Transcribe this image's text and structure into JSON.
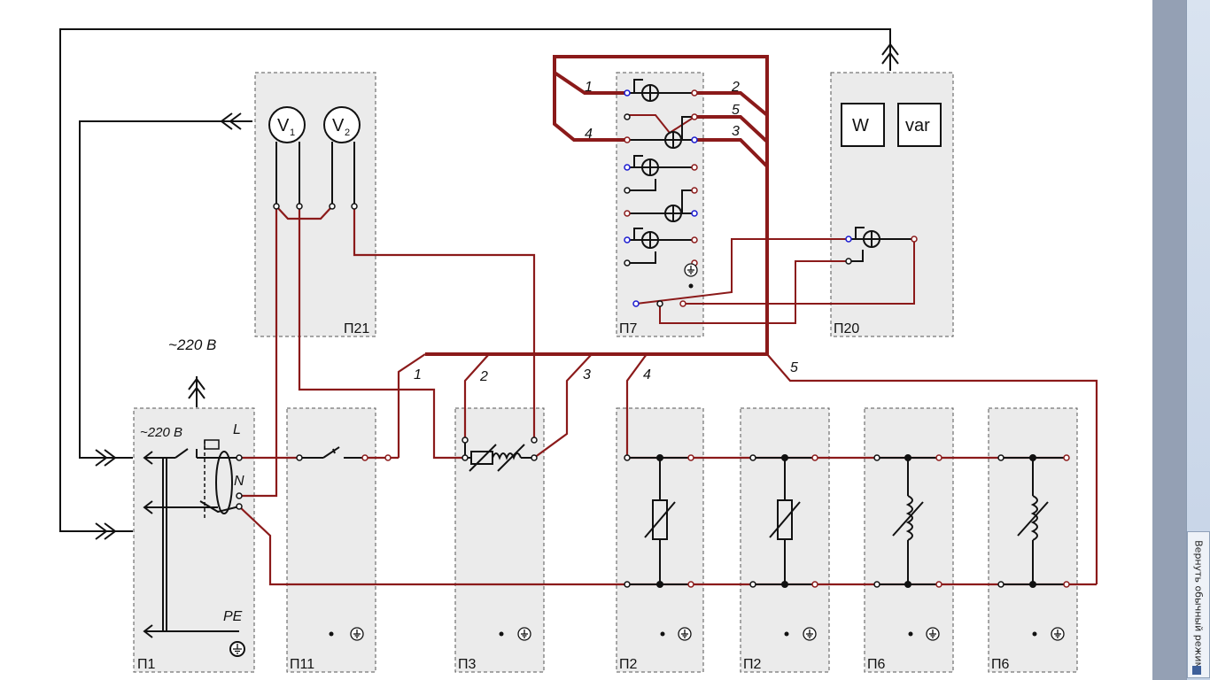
{
  "sidebar": {
    "restore_label": "Вернуть обычный режим"
  },
  "panels": {
    "p21": "П21",
    "p7": "П7",
    "p20": "П20",
    "p1": "П1",
    "p11": "П11",
    "p3": "П3",
    "p2a": "П2",
    "p2b": "П2",
    "p6a": "П6",
    "p6b": "П6"
  },
  "meters": {
    "v1": "V",
    "v1_sub": "1",
    "v2": "V",
    "v2_sub": "2",
    "w": "W",
    "var": "var"
  },
  "supply": {
    "top": "~220 В",
    "inside": "~220 В",
    "L": "L",
    "N": "N",
    "PE": "PE"
  },
  "wires": {
    "n1": "1",
    "n2": "2",
    "n3": "3",
    "n4": "4",
    "n5": "5"
  },
  "colors": {
    "wire": "#8b1a1a",
    "control": "#1a1a1a",
    "panel_fill": "#ebebeb",
    "terminal_blue": "#1a1ad0"
  }
}
